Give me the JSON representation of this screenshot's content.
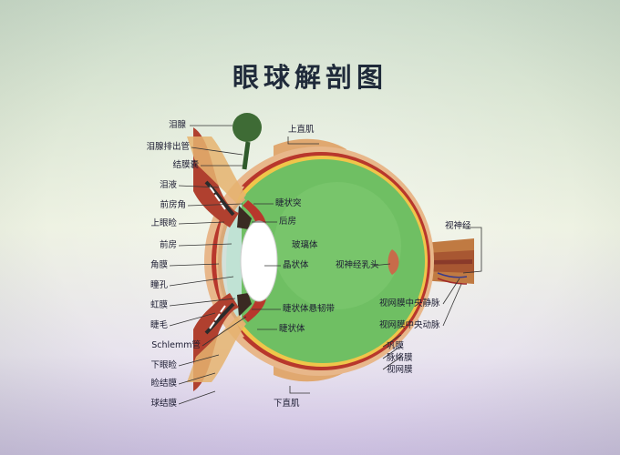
{
  "title": "眼球解剖图",
  "labels": {
    "lacrimal_gland": "泪腺",
    "lacrimal_duct": "泪腺排出管",
    "conj_fornix": "结膜囊",
    "tear": "泪液",
    "ant_chamber_angle": "前房角",
    "upper_lid": "上眼睑",
    "ant_chamber": "前房",
    "cornea": "角膜",
    "pupil": "瞳孔",
    "iris": "虹膜",
    "eyelash": "睫毛",
    "schlemm": "Schlemm管",
    "lower_lid": "下眼睑",
    "tarsal_gland": "睑结膜",
    "bulbar_conj": "球结膜",
    "sup_rectus": "上直肌",
    "ciliary_process": "睫状突",
    "post_chamber": "后房",
    "vitreous": "玻璃体",
    "lens": "晶状体",
    "optic_disc": "视神经乳头",
    "zonule": "睫状体悬韧带",
    "ciliary_body": "睫状体",
    "optic_nerve": "视神经",
    "central_vein": "视网膜中央静脉",
    "central_artery": "视网膜中央动脉",
    "sclera": "巩膜",
    "choroid": "脉络膜",
    "retina": "视网膜",
    "inf_rectus": "下直肌"
  }
}
